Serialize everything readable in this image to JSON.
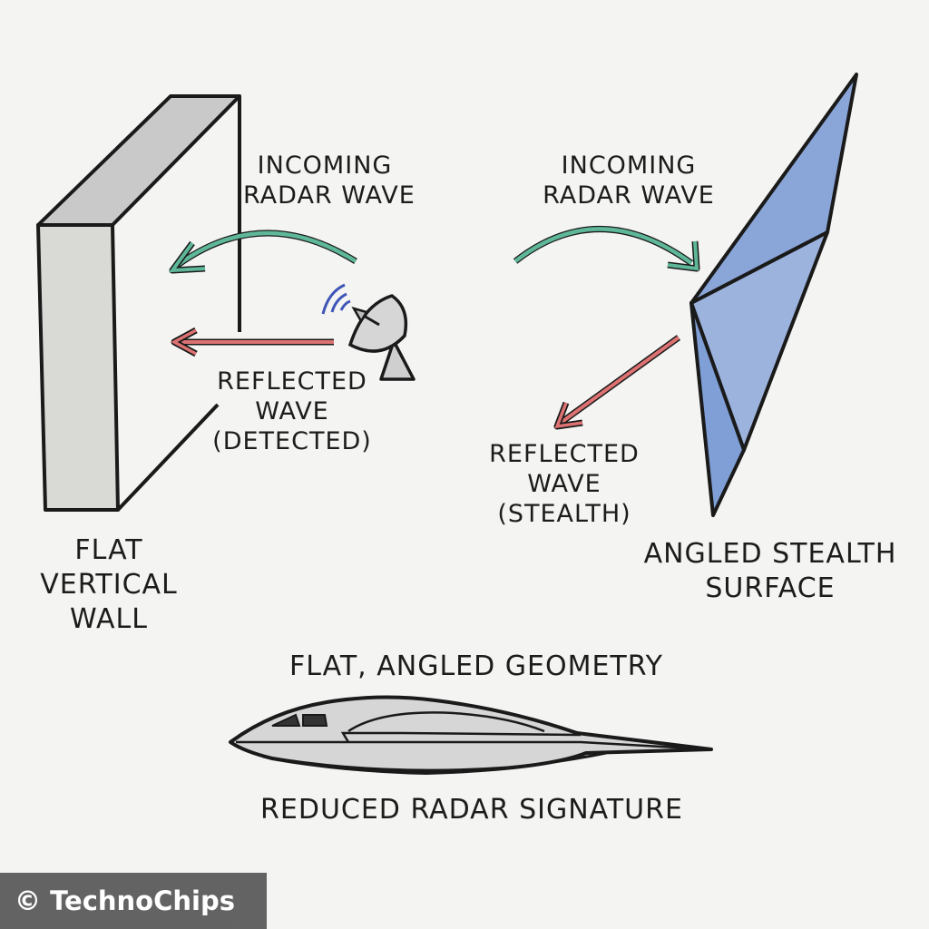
{
  "left_panel": {
    "incoming": [
      "INCOMING",
      "RADAR WAVE"
    ],
    "reflected": [
      "REFLECTED",
      "WAVE",
      "(DETECTED)"
    ],
    "object": [
      "FLAT",
      "VERTICAL",
      "WALL"
    ]
  },
  "right_panel": {
    "incoming": [
      "INCOMING",
      "RADAR WAVE"
    ],
    "reflected": [
      "REFLECTED",
      "WAVE",
      "(STEALTH)"
    ],
    "object": [
      "ANGLED STEALTH",
      "SURFACE"
    ]
  },
  "bottom": {
    "heading": "FLAT, ANGLED GEOMETRY",
    "caption": "REDUCED RADAR SIGNATURE"
  },
  "watermark": "© TechnoChips",
  "colors": {
    "incoming_arrow": "#5fb79a",
    "reflected_arrow": "#dd7272",
    "wall": "#d9d9d9",
    "stealth_surface": "#7f9fd6",
    "radar_waves": "#3f55b8"
  },
  "icons": [
    "radar-dish-icon",
    "stealth-aircraft-icon"
  ]
}
